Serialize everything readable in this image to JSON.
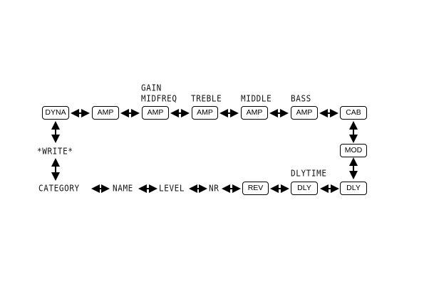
{
  "keys": {
    "dyna": "DYNA",
    "amp1": "AMP",
    "amp2": "AMP",
    "amp3": "AMP",
    "amp4": "AMP",
    "amp5": "AMP",
    "cab": "CAB",
    "mod": "MOD",
    "dly1": "DLY",
    "dly2": "DLY",
    "rev": "REV"
  },
  "labels": {
    "gain": "GAIN",
    "midfreq": "MIDFREQ",
    "treble": "TREBLE",
    "middle": "MIDDLE",
    "bass": "BASS",
    "dlytime": "DLYTIME",
    "write": "*WRITE*",
    "category": "CATEGORY",
    "name": "NAME",
    "level": "LEVEL",
    "nr": "NR"
  }
}
